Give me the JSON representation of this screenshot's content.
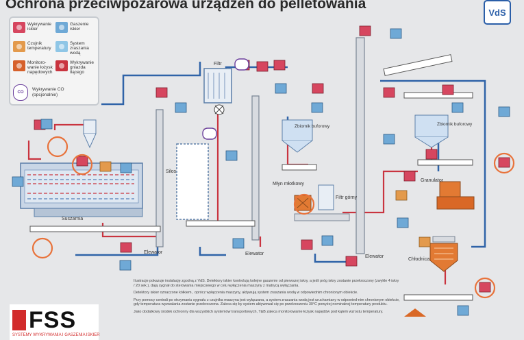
{
  "header": {
    "title": "Ochrona przeciwpożarowa urządzeń do pelletowania",
    "badge": "VdS"
  },
  "legend": {
    "items": [
      {
        "label": "Wykrywanie iskier",
        "color": "#d6465f"
      },
      {
        "label": "Gaszenie iskier",
        "color": "#6fa9d6"
      },
      {
        "label": "Czujnik temperatury",
        "color": "#e39a4c"
      },
      {
        "label": "System zraszania wodą",
        "color": "#8fc6e6"
      },
      {
        "label": "Monitoro-wanie łożysk napędowych",
        "color": "#d6602b"
      },
      {
        "label": "Wykrywanie gniazda tlącego",
        "color": "#c9343f"
      }
    ],
    "co_label": "Wykrywanie CO (opcjonalnie)",
    "co_icon": "CO"
  },
  "labels": {
    "filter": "Filtr",
    "dryer": "Suszarnia",
    "silo": "Silos",
    "elevator": "Elewator",
    "buffer_tank_1": "Zbiornik buforowy",
    "buffer_tank_2": "Zbiornik buforowy",
    "mill": "Młyn młotkowy",
    "upper_filter": "Filtr górny",
    "granulator": "Granulator",
    "cooler": "Chłodnica"
  },
  "description": {
    "p1": "Ilustracje pokazuje instalację zgodną z VdS. Detektory iskier kontrolują kolejne gaszenie od pierwszej iskry, a jeśli próg iskry zostanie przekroczony (zwykle 4 iskry / 20 sek.), dają sygnał do sterowania miejscowego w celu wyłączenia maszyny z matrycą wyłączania.",
    "p2": "Detektory iskier oznaczone kółkiem , oprócz wyłączenia maszyny, aktywują system zraszania wodą w odpowiednim chronionym obiekcie.",
    "p3": "Przy pomocy centrali po otrzymaniu sygnału z czujnika maszyna jest wyłączana, a system zraszania wodą jest uruchamiany w odpowied-nim chronionym obiekcie, gdy temperatura wyzwalania zostanie przekroczona. Zaleca się by system aktywował się po przekroczeniu 30°C powyżej nominalnej temperatury produktu.",
    "p4": "Jako dodatkowy środek ochronny dla wszystkich systemów transportowych, T&B zaleca monitorowanie łożysk napędów pod kątem wzrostu temperatury."
  },
  "logo": {
    "name": "FSS",
    "tagline": "SYSTEMY WYKRYWANIA I GASZENIA ISKIER"
  },
  "colors": {
    "spark_detection": "#d6465f",
    "extinguishing": "#6fa9d6",
    "pipe_red": "#c9343f",
    "pipe_blue": "#2f63a8",
    "equipment_orange": "#e27a33",
    "circle_orange": "#e8723a"
  }
}
